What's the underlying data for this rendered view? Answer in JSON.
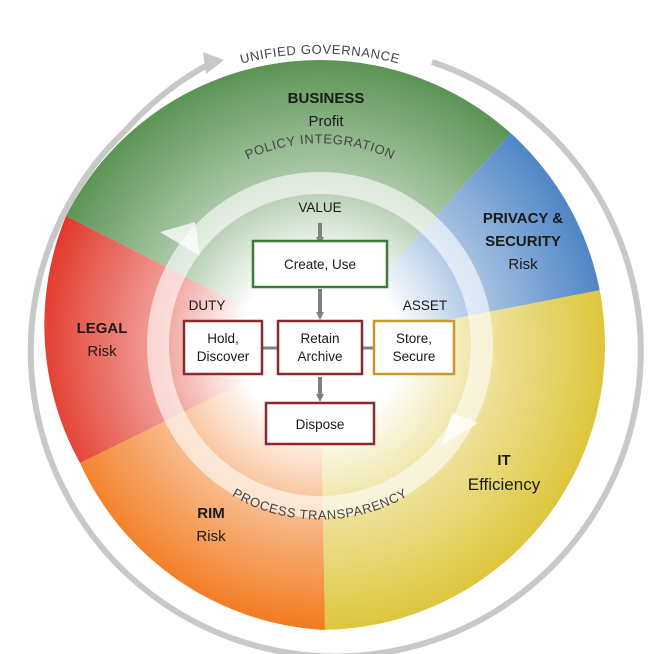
{
  "outer_label": "UNIFIED GOVERNANCE",
  "inner_top_label": "POLICY INTEGRATION",
  "inner_bottom_label": "PROCESS TRANSPARENCY",
  "segments": {
    "business": {
      "title": "BUSINESS",
      "subtitle": "Profit",
      "color": "#5b9455"
    },
    "privacy": {
      "title_line1": "PRIVACY &",
      "title_line2": "SECURITY",
      "subtitle": "Risk",
      "color": "#4f86c6"
    },
    "it": {
      "title": "IT",
      "subtitle": "Efficiency",
      "color": "#dec63c"
    },
    "rim": {
      "title": "RIM",
      "subtitle": "Risk",
      "color": "#f27a1e"
    },
    "legal": {
      "title": "LEGAL",
      "subtitle": "Risk",
      "color": "#e2382a"
    }
  },
  "flow": {
    "value_label": "VALUE",
    "duty_label": "DUTY",
    "asset_label": "ASSET",
    "create_use": "Create, Use",
    "hold_line1": "Hold,",
    "hold_line2": "Discover",
    "retain_line1": "Retain",
    "retain_line2": "Archive",
    "store_line1": "Store,",
    "store_line2": "Secure",
    "dispose": "Dispose",
    "green_border": "#3e7a3a",
    "red_border": "#8a2a2a",
    "gold_border": "#c49a2c"
  }
}
